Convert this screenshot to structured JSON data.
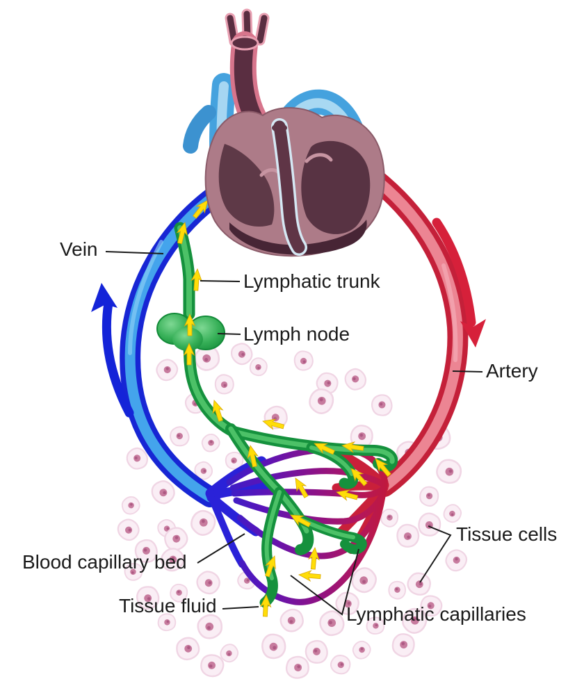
{
  "figure": {
    "type": "anatomical-diagram",
    "subject": "Lymphatic system: lymph drainage from tissue capillary bed back to the venous circulation"
  },
  "labels": {
    "vein": "Vein",
    "lymphatic_trunk": "Lymphatic trunk",
    "lymph_node": "Lymph node",
    "artery": "Artery",
    "tissue_cells": "Tissue cells",
    "blood_capillary_bed": "Blood capillary bed",
    "tissue_fluid": "Tissue fluid",
    "lymphatic_capillaries": "Lymphatic capillaries"
  },
  "icons": {
    "flow_arrow": "small yellow arrow showing flow direction",
    "vein_direction_arrow": "blue curved arrow, flow up toward heart",
    "artery_direction_arrow": "red curved arrow, flow down from heart"
  },
  "colors": {
    "background": "#ffffff",
    "label_text": "#1a1a1a",
    "label_line": "#1a1a1a",
    "vein": "#1726d4",
    "vein_highlight": "#44a4ec",
    "artery": "#c42039",
    "artery_highlight": "#ec8593",
    "lymph": "#15913d",
    "lymph_highlight": "#4cc167",
    "capillary_purple": "#5a14b8",
    "capillary_crimson": "#b3175c",
    "flow_arrow": "#ffdd08",
    "cell_body": "#faeef5",
    "cell_border": "#f0d5e4",
    "cell_nucleus": "#c77b9e",
    "heart_body": "#ad7b88",
    "heart_chamber": "#5e3947",
    "aorta_wall": "#d7758c",
    "aorta_interior": "#5a2e41",
    "heart_blue_vessel": "#45a2de"
  }
}
